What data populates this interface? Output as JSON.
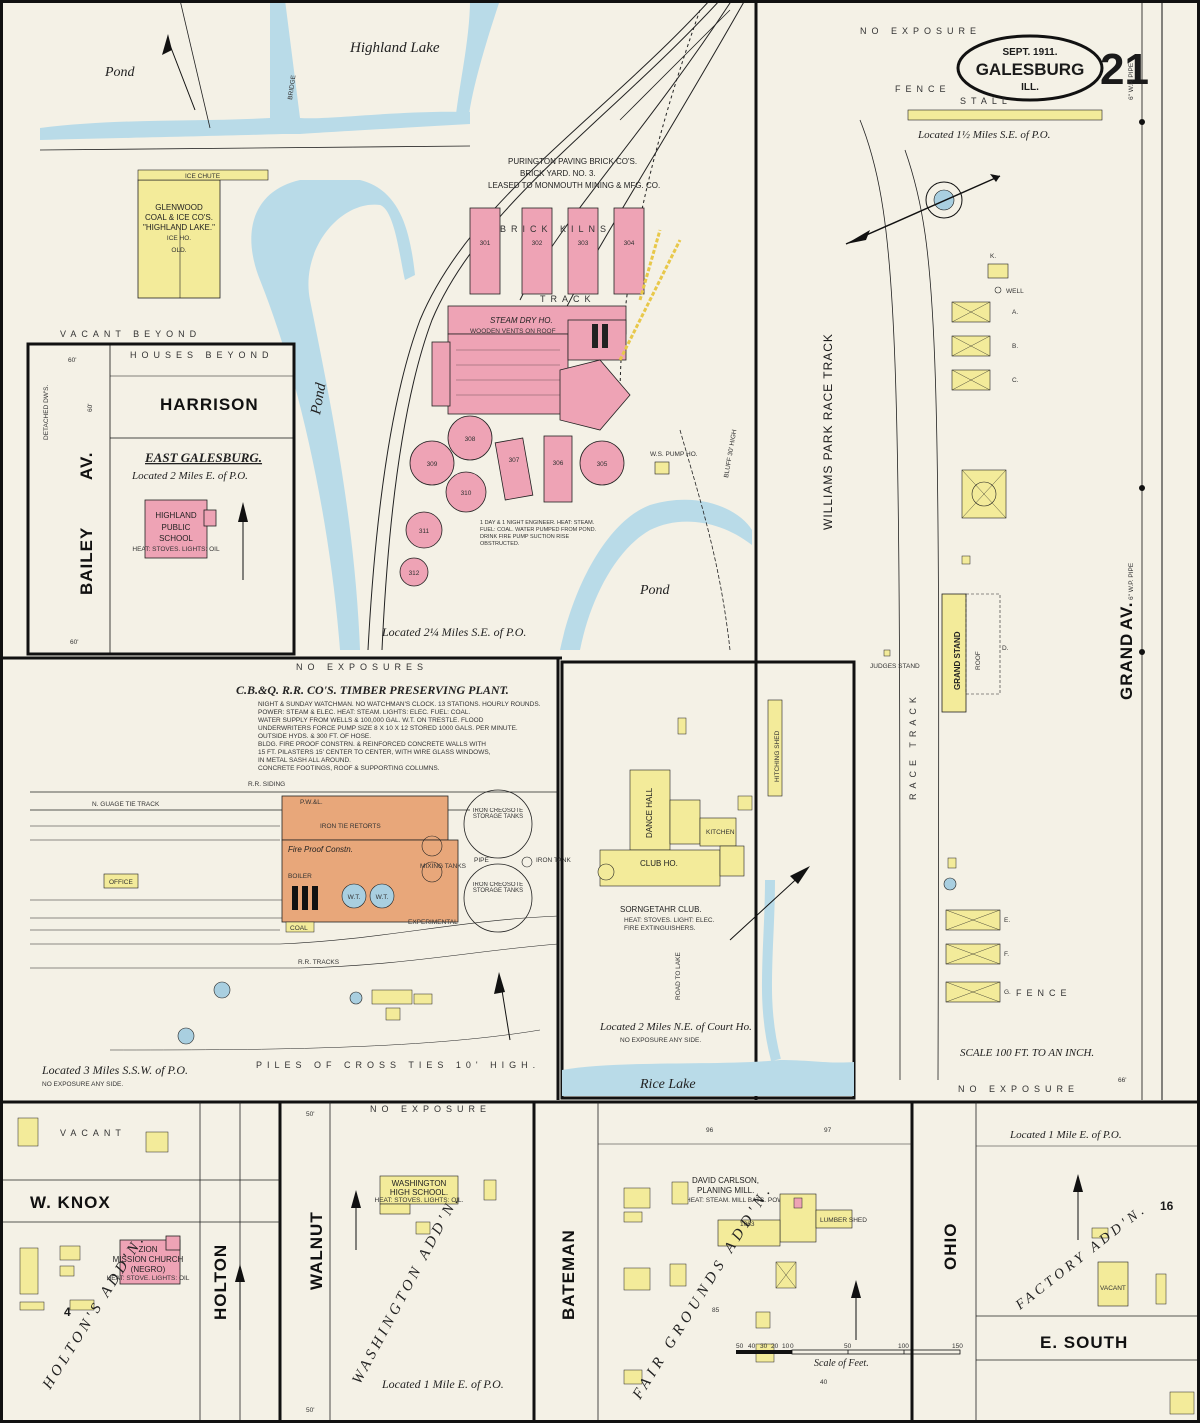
{
  "title_block": {
    "date": "SEPT. 1911.",
    "city": "GALESBURG",
    "state": "ILL.",
    "sheet_number": "21"
  },
  "colors": {
    "paper": "#f4f1e6",
    "water": "#b9dbe8",
    "brick": "#eea3b5",
    "frame": "#f3eb9a",
    "fireproof": "#e8a77a",
    "stone": "#a9cfe0",
    "line": "#1a1a1a"
  },
  "north_arrow_icon": "north-arrow-icon",
  "panels": {
    "top_left": {
      "pond_label": "Pond",
      "lake_label": "Highland Lake",
      "bridge_label": "BRIDGE",
      "pond2_label": "Pond",
      "pond3_label": "Pond",
      "ice_house": {
        "name_line1": "GLENWOOD",
        "name_line2": "COAL & ICE CO'S.",
        "name_line3": "\"HIGHLAND LAKE.\"",
        "detail": "ICE HO.",
        "roof": "ICE CHUTE",
        "old": "OLD."
      },
      "vacant_beyond": "VACANT BEYOND",
      "brick_co": {
        "line1": "PURINGTON PAVING BRICK CO'S.",
        "line2": "BRICK YARD. NO. 3.",
        "line3": "LEASED TO MONMOUTH MINING & MFG. CO."
      },
      "kilns_top": [
        "301",
        "302",
        "303",
        "304"
      ],
      "brick_kilns_label": "BRICK KILNS",
      "steam_dry": "STEAM DRY HO.",
      "steam_dry_sub": "WOODEN VENTS ON ROOF",
      "kilns_round": [
        "308",
        "309",
        "310",
        "311",
        "312",
        "305",
        "306",
        "307"
      ],
      "track_label": "TRACK",
      "bluff": "BLUFF 30' HIGH",
      "notes": "1 DAY & 1 NIGHT ENGINEER. HEAT: STEAM. FUEL: COAL. WATER PUMPED FROM POND. DRINK FIRE PUMP SUCTION RISE OBSTRUCTED.",
      "pump_ho": "W.S. PUMP HO.",
      "located": "Located 2¼ Miles S.E. of P.O."
    },
    "east_galesburg": {
      "houses_beyond": "HOUSES BEYOND",
      "harrison": "HARRISON",
      "bailey": "BAILEY",
      "av": "AV.",
      "title": "EAST GALESBURG.",
      "located": "Located 2 Miles E. of P.O.",
      "school_line1": "HIGHLAND",
      "school_line2": "PUBLIC",
      "school_line3": "SCHOOL",
      "school_sub": "HEAT: STOVES. LIGHTS: OIL",
      "detached": "DETACHED DW'S.",
      "dimensions": [
        "60'",
        "60'",
        "60'"
      ]
    },
    "race_track": {
      "no_exposure": "NO EXPOSURE",
      "located": "Located 1½ Miles S.E. of P.O.",
      "stall": "STALL",
      "fence": "FENCE",
      "track_name": "WILLIAMS PARK RACE TRACK",
      "race_track": "RACE TRACK",
      "grand_stand": "GRAND STAND",
      "grand_stand_sub": "ROOF",
      "grand_av": "GRAND",
      "grand_av2": "AV.",
      "pipe": "6\" W.P. PIPE",
      "scale": "SCALE 100 FT. TO AN INCH.",
      "no_exposure_bottom": "NO EXPOSURE",
      "barns": [
        "A.",
        "B.",
        "C.",
        "D.",
        "E.",
        "F.",
        "G.",
        "K."
      ],
      "well": "WELL",
      "judges": "JUDGES STAND",
      "fence2": "FENCE",
      "dim": "66'"
    },
    "timber_plant": {
      "no_exposures": "NO EXPOSURES",
      "title": "C.B.&Q. R.R. CO'S. TIMBER PRESERVING PLANT.",
      "notes": [
        "NIGHT & SUNDAY WATCHMAN. NO WATCHMAN'S CLOCK. 13 STATIONS. HOURLY ROUNDS.",
        "POWER: STEAM & ELEC. HEAT: STEAM. LIGHTS: ELEC. FUEL: COAL.",
        "WATER SUPPLY FROM WELLS & 100,000 GAL. W.T. ON TRESTLE. FLOOD",
        "UNDERWRITERS FORCE PUMP SIZE 8 X 10 X 12 STORED 1000 GALS. PER MINUTE.",
        "OUTSIDE HYDS. & 300 FT. OF HOSE.",
        "BLDG. FIRE PROOF CONSTRN. & REINFORCED CONCRETE WALLS WITH",
        "15 FT. PILASTERS 15' CENTER TO CENTER, WITH WIRE GLASS WINDOWS,",
        "IN METAL SASH ALL AROUND.",
        "CONCRETE FOOTINGS, ROOF & SUPPORTING COLUMNS."
      ],
      "rr_siding": "R.R. SIDING",
      "n_gauge": "N. GUAGE TIE TRACK",
      "office": "OFFICE",
      "fire_proof": "Fire Proof Constn.",
      "iron_tie": "IRON TIE RETORTS",
      "creosote1": "IRON CREOSOTE STORAGE TANKS",
      "creosote2": "IRON CREOSOTE STORAGE TANKS",
      "iron_tank": "IRON TANK",
      "pipe": "PIPE",
      "boiler": "BOILER",
      "wt": "W.T.",
      "mixing": "MIXING TANKS",
      "coal": "COAL",
      "rr_tracks": "R.R. TRACKS",
      "experimental": "EXPERIMENTAL",
      "piles": "PILES OF CROSS TIES 10' HIGH.",
      "located": "Located 3 Miles S.S.W. of P.O.",
      "no_exposure_side": "NO EXPOSURE ANY SIDE."
    },
    "club": {
      "hitching_shed": "HITCHING SHED",
      "dance_hall": "DANCE HALL",
      "club_ho": "CLUB HO.",
      "kitchen": "KITCHEN",
      "name": "SORNGETAHR CLUB.",
      "heat": "HEAT: STOVES. LIGHT: ELEC.",
      "fire": "FIRE EXTINGUISHERS.",
      "lake_road": "ROAD TO LAKE",
      "located": "Located 2 Miles N.E. of Court Ho.",
      "no_exposure": "NO EXPOSURE ANY SIDE.",
      "rice_lake": "Rice Lake"
    },
    "w_knox": {
      "vacant": "VACANT",
      "w_knox": "W. KNOX",
      "holton": "HOLTON",
      "addn": "HOLTON'S ADD'N.",
      "church_line1": "ZION",
      "church_line2": "MISSION CHURCH",
      "church_line3": "(NEGRO)",
      "church_sub": "HEAT: STOVE. LIGHTS: OIL",
      "block": "4"
    },
    "washington": {
      "no_exposure": "NO EXPOSURE",
      "walnut": "WALNUT",
      "school_line1": "WASHINGTON",
      "school_line2": "HIGH SCHOOL.",
      "school_sub": "HEAT: STOVES. LIGHTS: OIL.",
      "addn": "WASHINGTON ADD'N.",
      "located": "Located 1 Mile E. of P.O.",
      "dims": [
        "50'",
        "50'"
      ]
    },
    "bateman": {
      "bateman": "BATEMAN",
      "mill_line1": "DAVID CARLSON,",
      "mill_line2": "PLANING MILL.",
      "mill_sub": "HEAT: STEAM. MILL BATS. POWER: ELEC.",
      "lumber": "LUMBER SHED",
      "addn": "FAIR GROUNDS ADD'N.",
      "scale_label": "Scale of Feet.",
      "scale_ticks": [
        "50",
        "40",
        "30",
        "20",
        "10",
        "0",
        "50",
        "100",
        "150"
      ],
      "lots": [
        "96",
        "97",
        "1063",
        "85",
        "40"
      ]
    },
    "ohio": {
      "ohio": "OHIO",
      "located": "Located 1 Mile E. of P.O.",
      "addn": "FACTORY ADD'N.",
      "vacant": "VACANT",
      "e_south": "E. SOUTH",
      "sheet_ref": "16"
    }
  }
}
